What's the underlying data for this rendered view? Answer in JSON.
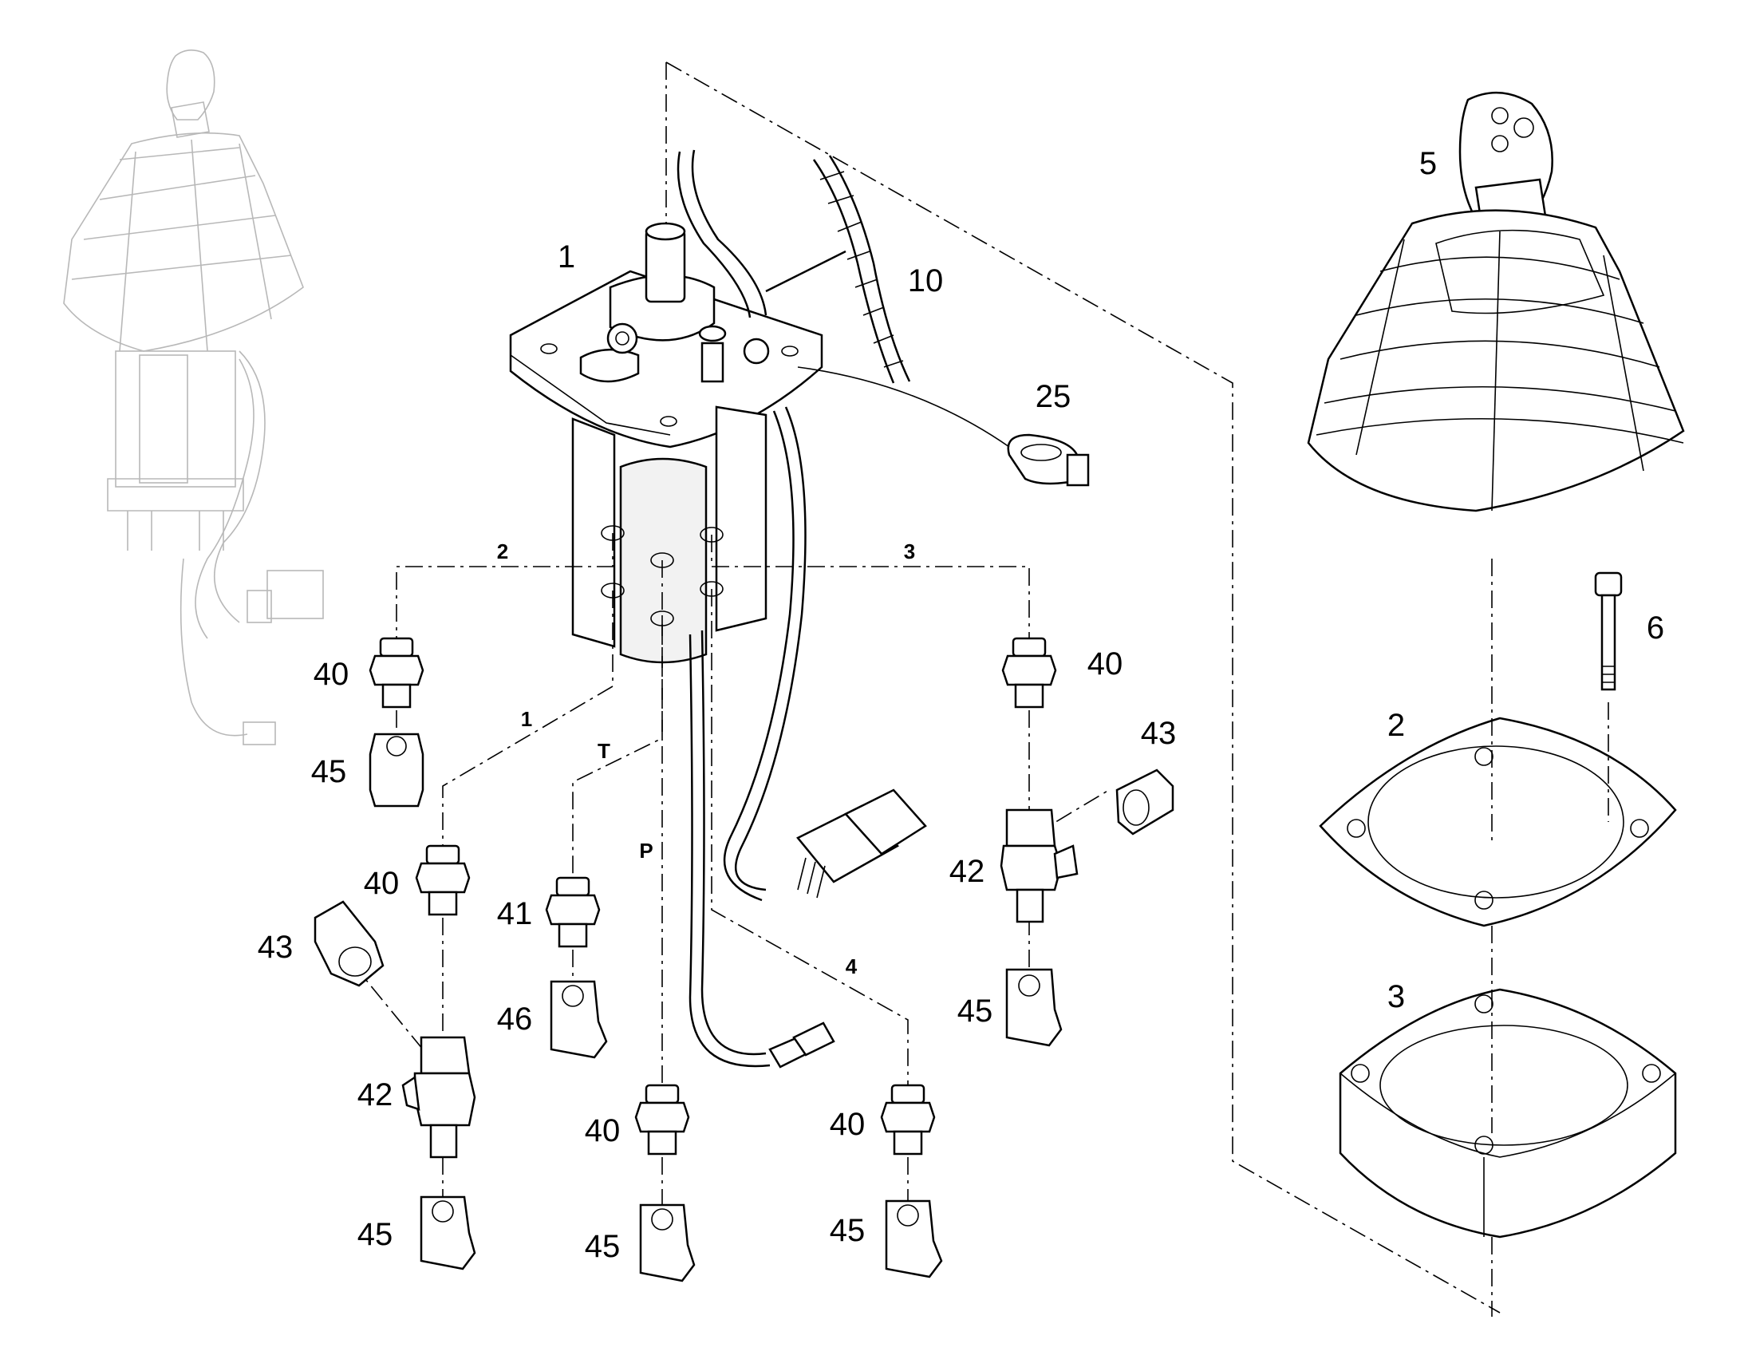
{
  "part_labels": {
    "p1": "1",
    "p2": "2",
    "p3": "3",
    "p5": "5",
    "p6": "6",
    "p10": "10",
    "p25": "25",
    "p40_a": "40",
    "p40_b": "40",
    "p40_c": "40",
    "p40_d": "40",
    "p40_e": "40",
    "p41": "41",
    "p42_a": "42",
    "p42_b": "42",
    "p43_a": "43",
    "p43_b": "43",
    "p45_a": "45",
    "p45_b": "45",
    "p45_c": "45",
    "p45_d": "45",
    "p45_e": "45",
    "p46": "46"
  },
  "port_labels": {
    "port_1": "1",
    "port_2": "2",
    "port_3": "3",
    "port_4": "4",
    "port_t": "T",
    "port_p": "P"
  }
}
